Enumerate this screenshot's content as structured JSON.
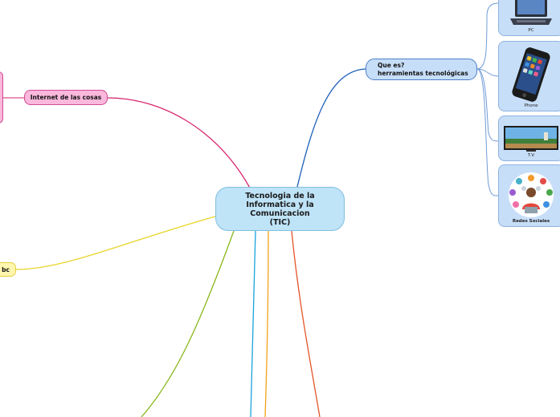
{
  "central": {
    "label": "Tecnologia de la\nInformatica y la\nComunicacion\n(TIC)"
  },
  "branches": {
    "que_es": {
      "label": "Que es?\n herramientas tecnológicas"
    },
    "internet": {
      "label": "Internet de las cosas"
    },
    "yellow_partial": {
      "label": "bc"
    }
  },
  "cards": {
    "pc": {
      "caption": "PC",
      "icon": "laptop-icon"
    },
    "phone": {
      "caption": "Phone",
      "icon": "smartphone-icon"
    },
    "tv": {
      "caption": "T.V",
      "icon": "tv-icon"
    },
    "redes": {
      "caption": "Redes Sociales",
      "icon": "social-network-icon"
    }
  },
  "colors": {
    "central_fill": "#bfe3f7",
    "que_es_line": "#1d5fb8",
    "internet_line": "#d6256e",
    "yellow_line": "#e8d52a",
    "green_line": "#8ab61c",
    "cyan_line": "#1aa3de",
    "orange_line": "#f0a21a",
    "red_line": "#e2552a"
  }
}
